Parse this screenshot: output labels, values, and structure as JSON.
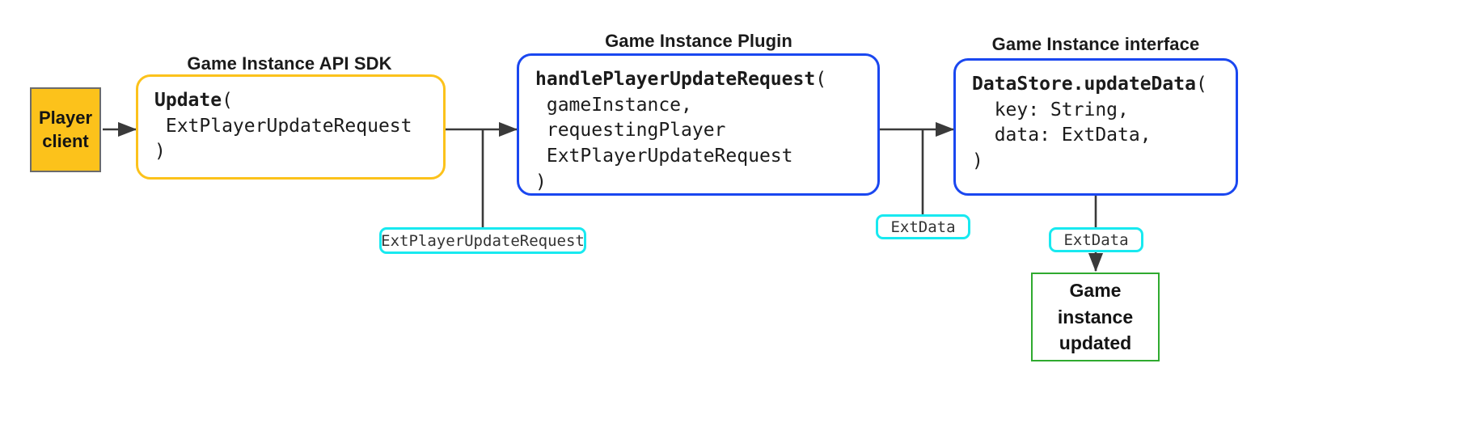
{
  "diagram": {
    "title_groups": [
      {
        "id": "sdk",
        "label": "Game Instance API SDK"
      },
      {
        "id": "plugin",
        "label": "Game Instance Plugin"
      },
      {
        "id": "interface",
        "label": "Game Instance interface"
      }
    ],
    "actor": {
      "name": "player-client",
      "line1": "Player",
      "line2": "client"
    },
    "sdk_box": {
      "head": "Update",
      "head_paren": "(",
      "lines": [
        " ExtPlayerUpdateRequest",
        ")"
      ]
    },
    "plugin_box": {
      "head": "handlePlayerUpdateRequest",
      "head_paren": "(",
      "lines": [
        " gameInstance,",
        " requestingPlayer",
        " ExtPlayerUpdateRequest",
        ")"
      ]
    },
    "interface_box": {
      "head": "DataStore.updateData",
      "head_paren": "(",
      "lines": [
        "  key: String,",
        "  data: ExtData,",
        ")"
      ]
    },
    "payload_labels": [
      {
        "id": "payload-request",
        "text": "ExtPlayerUpdateRequest"
      },
      {
        "id": "payload-extdata-1",
        "text": "ExtData"
      },
      {
        "id": "payload-extdata-2",
        "text": "ExtData"
      }
    ],
    "result": {
      "name": "game-instance-updated",
      "line1": "Game",
      "line2": "instance",
      "line3": "updated"
    },
    "colors": {
      "actor_fill": "#fcc21b",
      "actor_stroke": "#6b6b6b",
      "sdk_stroke": "#fcc21b",
      "plugin_stroke": "#1a47f0",
      "interface_stroke": "#1a47f0",
      "payload_stroke": "#18e9f0",
      "result_stroke": "#2faa2f",
      "connector": "#3a3a3a",
      "text": "#1b1b1b",
      "background": "#ffffff"
    }
  }
}
